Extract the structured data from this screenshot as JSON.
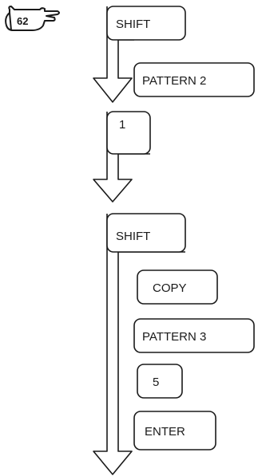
{
  "step_marker": {
    "number": "62"
  },
  "groups": [
    {
      "keys": [
        "SHIFT",
        "PATTERN 2"
      ]
    },
    {
      "keys": [
        "1"
      ]
    },
    {
      "keys": [
        "SHIFT",
        "COPY",
        "PATTERN 3",
        "5",
        "ENTER"
      ]
    }
  ]
}
